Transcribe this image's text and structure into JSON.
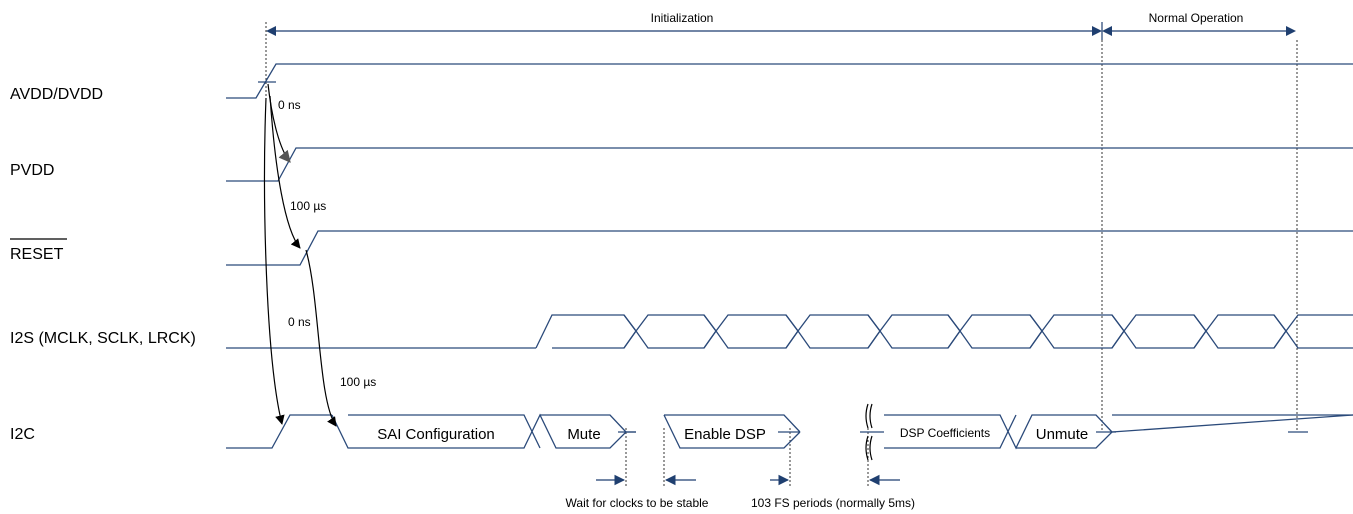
{
  "phases": {
    "initialization": "Initialization",
    "normal_operation": "Normal Operation"
  },
  "signals": {
    "avdd_dvdd": "AVDD/DVDD",
    "pvdd": "PVDD",
    "reset": "RESET",
    "i2s": "I2S (MCLK, SCLK, LRCK)",
    "i2c": "I2C"
  },
  "delays": {
    "avdd_to_pvdd": "0 ns",
    "pvdd_to_reset": "100 µs",
    "avdd_to_i2c": "0 ns",
    "reset_to_i2c": "100 µs"
  },
  "i2c_commands": {
    "sai_config": "SAI Configuration",
    "mute": "Mute",
    "enable_dsp": "Enable DSP",
    "dsp_coefficients": "DSP Coefficients",
    "unmute": "Unmute"
  },
  "notes": {
    "wait_clocks": "Wait for clocks to be stable",
    "fs_periods": "103 FS periods (normally 5ms)"
  },
  "colors": {
    "signal": "#2b4a7a",
    "arrow": "#1f3f70",
    "text": "#000000"
  }
}
